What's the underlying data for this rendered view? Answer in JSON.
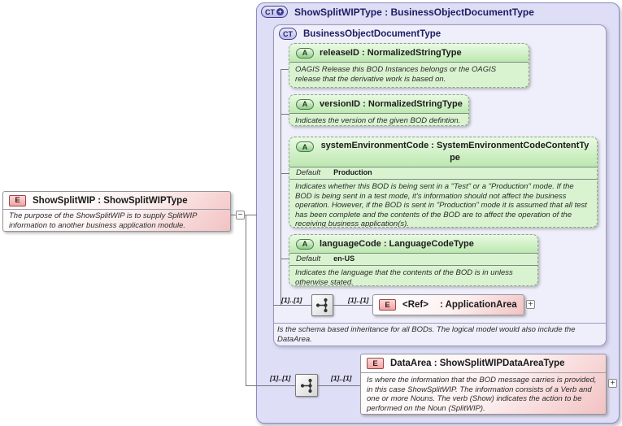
{
  "root_element": {
    "badge": "E",
    "label": "ShowSplitWIP : ShowSplitWIPType",
    "annotation": "The purpose of the ShowSplitWIP is to supply SplitWIP information to another business application module.",
    "collapse_glyph": "−"
  },
  "outer_type": {
    "badge": "CT",
    "plus_glyph": "+",
    "title": "ShowSplitWIPType : BusinessObjectDocumentType"
  },
  "base_type": {
    "badge": "CT",
    "title": "BusinessObjectDocumentType",
    "attributes": [
      {
        "badge": "A",
        "label": "releaseID : NormalizedStringType",
        "annotation": "OAGIS Release this BOD Instances belongs or the OAGIS release that the derivative work is based on."
      },
      {
        "badge": "A",
        "label": "versionID : NormalizedStringType",
        "annotation": "Indicates the version of the given BOD defintion."
      },
      {
        "badge": "A",
        "label": "systemEnvironmentCode : SystemEnvironmentCodeContentType",
        "default_label": "Default",
        "default_value": "Production",
        "annotation": "Indicates whether this BOD is being sent in a \"Test\" or a \"Production\" mode. If the BOD is being sent in a test mode, it's information should not affect the business operation. However, if the BOD is sent in \"Production\" mode it is assumed that all test has been complete and the contents of the BOD are to affect the operation of the receiving business application(s)."
      },
      {
        "badge": "A",
        "label": "languageCode : LanguageCodeType",
        "default_label": "Default",
        "default_value": "en-US",
        "annotation": "Indicates the language that the contents of the BOD is in unless otherwise stated."
      }
    ],
    "ref_row": {
      "left_cardinality": "[1]..[1]",
      "right_cardinality": "[1]..[1]",
      "element": {
        "badge": "E",
        "name": "<Ref>",
        "type_label": ": ApplicationArea",
        "expand_glyph": "+"
      }
    },
    "annotation": "Is the schema based inheritance for all BODs. The logical model would also include the DataArea."
  },
  "data_area_row": {
    "left_cardinality": "[1]..[1]",
    "right_cardinality": "[1]..[1]",
    "element": {
      "badge": "E",
      "label": "DataArea : ShowSplitWIPDataAreaType",
      "annotation": "Is where the information that the BOD message carries is provided, in this case ShowSplitWIP. The information consists of a Verb and one or more Nouns. The verb (Show) indicates the action to be performed on the Noun (SplitWIP).",
      "expand_glyph": "+"
    }
  }
}
